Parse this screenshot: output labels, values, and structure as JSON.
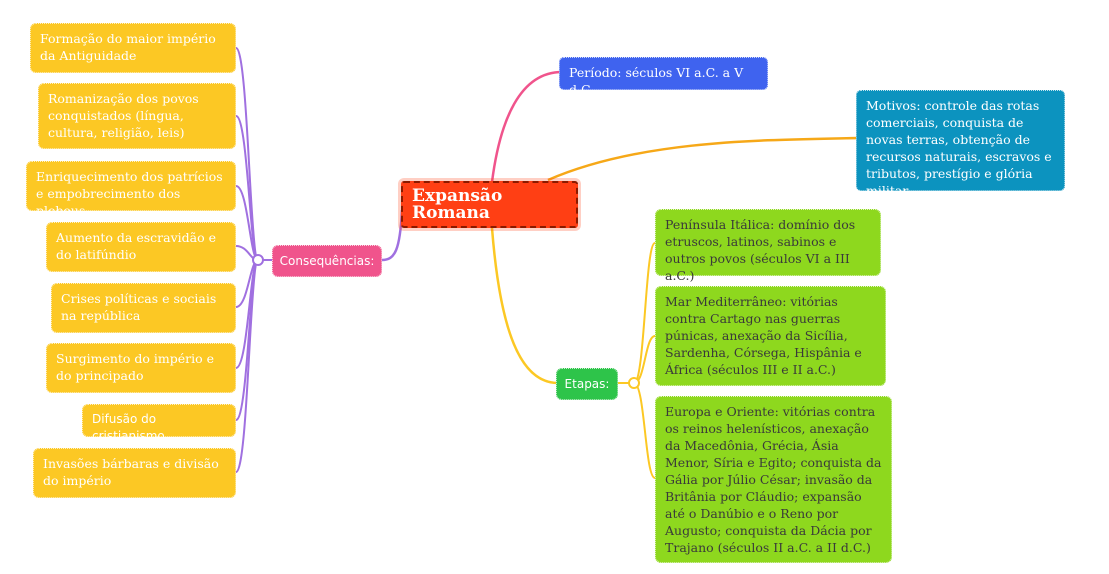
{
  "central": "Expansão Romana",
  "periodo": "Período: séculos VI a.C. a V d.C.",
  "motivos": "Motivos: controle das rotas comerciais, conquista de novas terras, obtenção de recursos naturais, escravos e tributos, prestígio e glória militar",
  "consequencias": {
    "label": "Consequências:",
    "items": [
      "Formação do maior império da Antiguidade",
      "Romanização dos povos conquistados (língua, cultura, religião, leis)",
      "Enriquecimento dos patrícios e empobrecimento dos plebeus",
      "Aumento da escravidão e do latifúndio",
      "Crises políticas e sociais na república",
      "Surgimento do império e do principado",
      "Difusão do cristianismo",
      "Invasões bárbaras e divisão do império"
    ]
  },
  "etapas": {
    "label": "Etapas:",
    "items": [
      "Península Itálica: domínio dos etruscos, latinos, sabinos e outros povos (séculos VI a III a.C.)",
      "Mar Mediterrâneo: vitórias contra Cartago nas guerras púnicas, anexação da Sicília, Sardenha, Córsega, Hispânia e África (séculos III e II a.C.)",
      "Europa e Oriente: vitórias contra os reinos helenísticos, anexação da Macedônia, Grécia, Ásia Menor, Síria e Egito; conquista da Gália por Júlio César; invasão da Britânia por Cláudio; expansão até o Danúbio e o Reno por Augusto; conquista da Dácia por Trajano (séculos II a.C. a II d.C.)"
    ]
  },
  "colors": {
    "central": "#ff3f14",
    "periodo": "#3f63ef",
    "motivos": "#0c93bf",
    "consequencias": "#f0548c",
    "consequencias_items": "#fcc824",
    "etapas": "#2ec44a",
    "etapas_items": "#8ed81e",
    "purple_link": "#a070e0"
  }
}
